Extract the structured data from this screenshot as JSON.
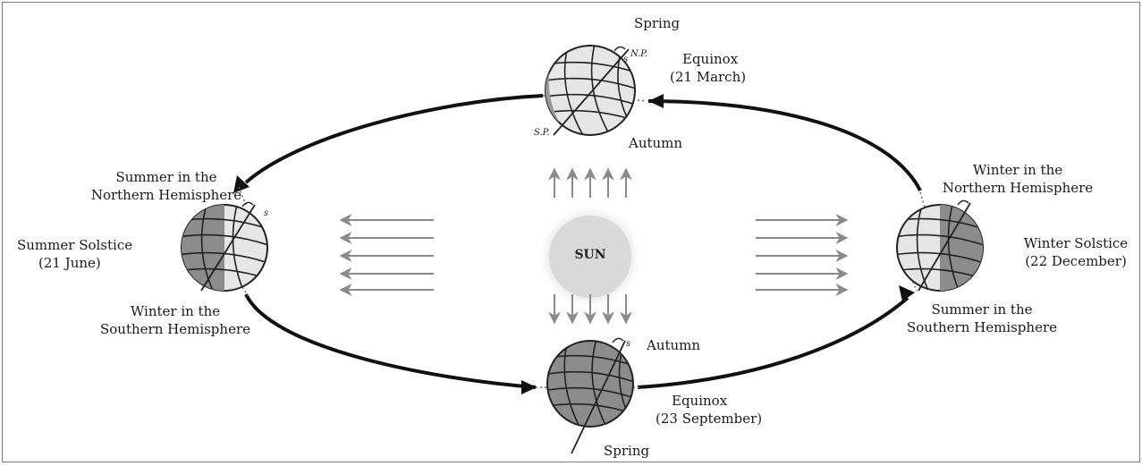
{
  "sun": {
    "label": "SUN"
  },
  "labels": {
    "spring_top": "Spring",
    "equinox_march_1": "Equinox",
    "equinox_march_2": "(21 March)",
    "autumn_top": "Autumn",
    "np": "N.P.",
    "sp": "S.P.",
    "s_top": "s",
    "summer_nh_1": "Summer in the",
    "summer_nh_2": "Northern Hemisphere",
    "summer_solstice_1": "Summer Solstice",
    "summer_solstice_2": "(21 June)",
    "winter_sh_1": "Winter in the",
    "winter_sh_2": "Southern Hemisphere",
    "s_left": "s",
    "winter_nh_1": "Winter in the",
    "winter_nh_2": "Northern Hemisphere",
    "winter_solstice_1": "Winter Solstice",
    "winter_solstice_2": "(22 December)",
    "summer_sh_1": "Summer in the",
    "summer_sh_2": "Southern Hemisphere",
    "autumn_bottom": "Autumn",
    "equinox_sept_1": "Equinox",
    "equinox_sept_2": "(23 September)",
    "spring_bottom": "Spring",
    "s_bottom": "s"
  },
  "colors": {
    "orbit": "#111111",
    "rays": "#8a8a8a",
    "globe_light": "#e6e6e6",
    "globe_dark": "#8c8c8c",
    "sun_glow": "#d9d9d9"
  }
}
